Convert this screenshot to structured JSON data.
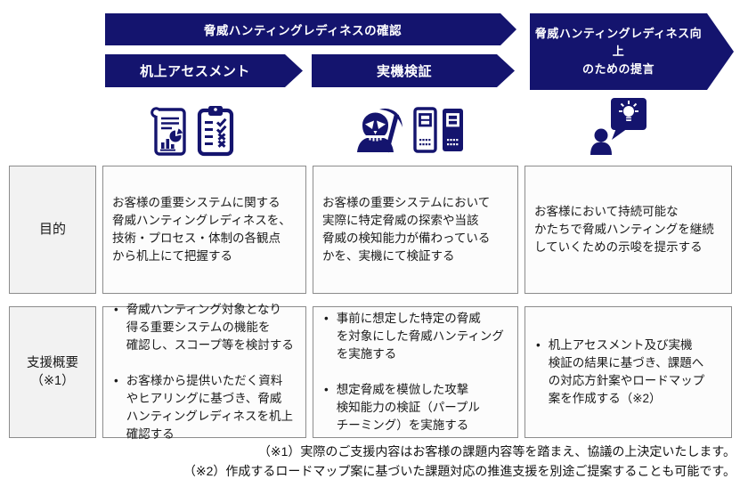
{
  "colors": {
    "navy": "#14146e",
    "cell_border": "#8c8c8c",
    "label_bg": "#f2f2f2",
    "cell_bg": "#fcfcfc"
  },
  "process": {
    "top_arrow": "脅威ハンティングレディネスの確認",
    "step1": "机上アセスメント",
    "step2": "実機検証",
    "recommendation": "脅威ハンティングレディネス向上\nのための提言"
  },
  "icons": {
    "step1": [
      "report-chart-icon",
      "checklist-clipboard-icon"
    ],
    "step2": [
      "threat-skull-scythe-icon",
      "servers-icon"
    ],
    "recommendation": [
      "person-idea-icon"
    ]
  },
  "table": {
    "rows": [
      {
        "label": "目的",
        "cells": [
          "お客様の重要システムに関する\n脅威ハンティングレディネスを、\n技術・プロセス・体制の各観点\nから机上にて把握する",
          "お客様の重要システムにおいて\n実際に特定脅威の探索や当該\n脅威の検知能力が備わっている\nかを、実機にて検証する",
          "お客様において持続可能な\nかたちで脅威ハンティングを継続\nしていくための示唆を提示する"
        ]
      },
      {
        "label": "支援概要\n（※1）",
        "cells_bullets": [
          [
            "脅威ハンティング対象となり\n得る重要システムの機能を\n確認し、スコープ等を検討する",
            "お客様から提供いただく資料\nやヒアリングに基づき、脅威\nハンティングレディネスを机上\n確認する"
          ],
          [
            "事前に想定した特定の脅威\nを対象にした脅威ハンティング\nを実施する",
            "想定脅威を模倣した攻撃\n検知能力の検証（パープル\nチーミング）を実施する"
          ],
          [
            "机上アセスメント及び実機\n検証の結果に基づき、課題へ\nの対応方針案やロードマップ\n案を作成する（※2）"
          ]
        ]
      }
    ]
  },
  "footnotes": [
    "（※1）実際のご支援内容はお客様の課題内容等を踏まえ、協議の上決定いたします。",
    "（※2）作成するロードマップ案に基づいた課題対応の推進支援を別途ご提案することも可能です。"
  ]
}
